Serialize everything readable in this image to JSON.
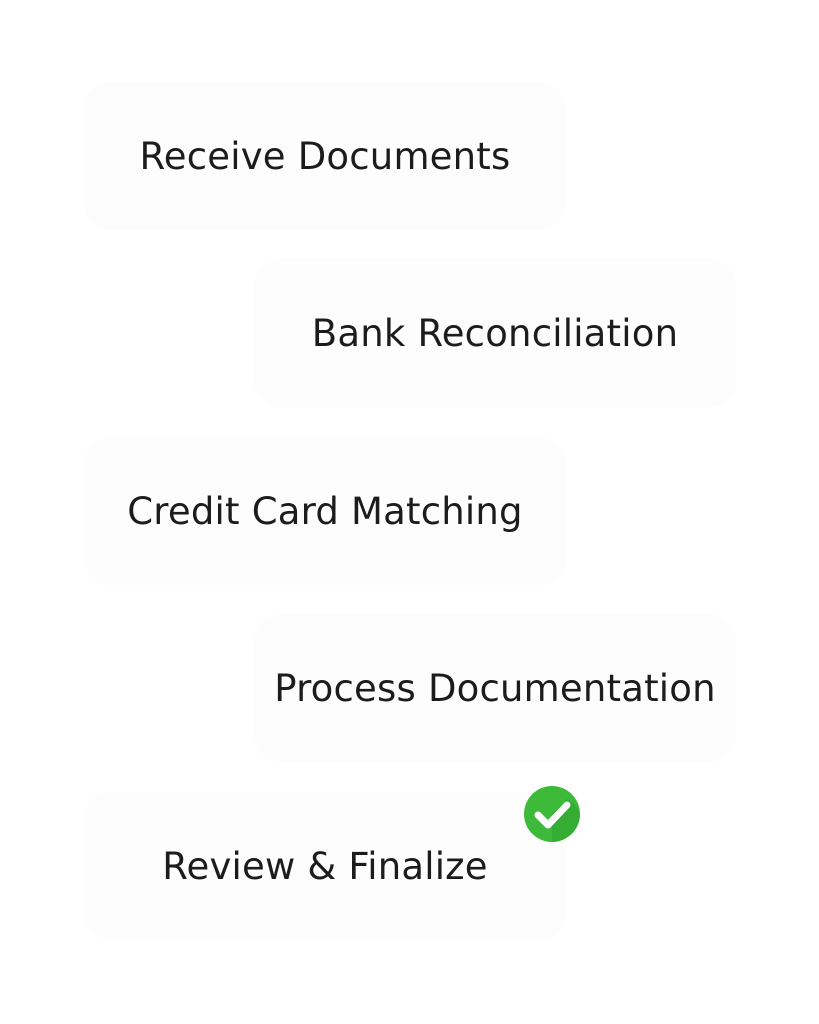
{
  "steps": [
    {
      "label": "Receive Documents",
      "completed": false
    },
    {
      "label": "Bank Reconciliation",
      "completed": false
    },
    {
      "label": "Credit Card Matching",
      "completed": false
    },
    {
      "label": "Process Documentation",
      "completed": false
    },
    {
      "label": "Review & Finalize",
      "completed": true
    }
  ],
  "colors": {
    "card_background": "#fdfdfd",
    "text": "#1c1c1c",
    "check_green": "#3dba3a",
    "check_green_dark": "#2fa22c",
    "check_mark": "#ffffff"
  },
  "icons": {
    "completed": "check-circle-icon"
  }
}
